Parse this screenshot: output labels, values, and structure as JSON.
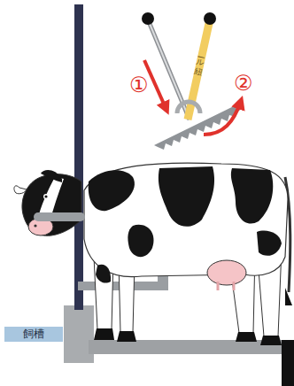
{
  "diagram": {
    "nodes": [
      {
        "text": [
          "飼槽"
        ]
      }
    ],
    "labels": [
      "①",
      "②",
      "ール紐"
    ]
  }
}
